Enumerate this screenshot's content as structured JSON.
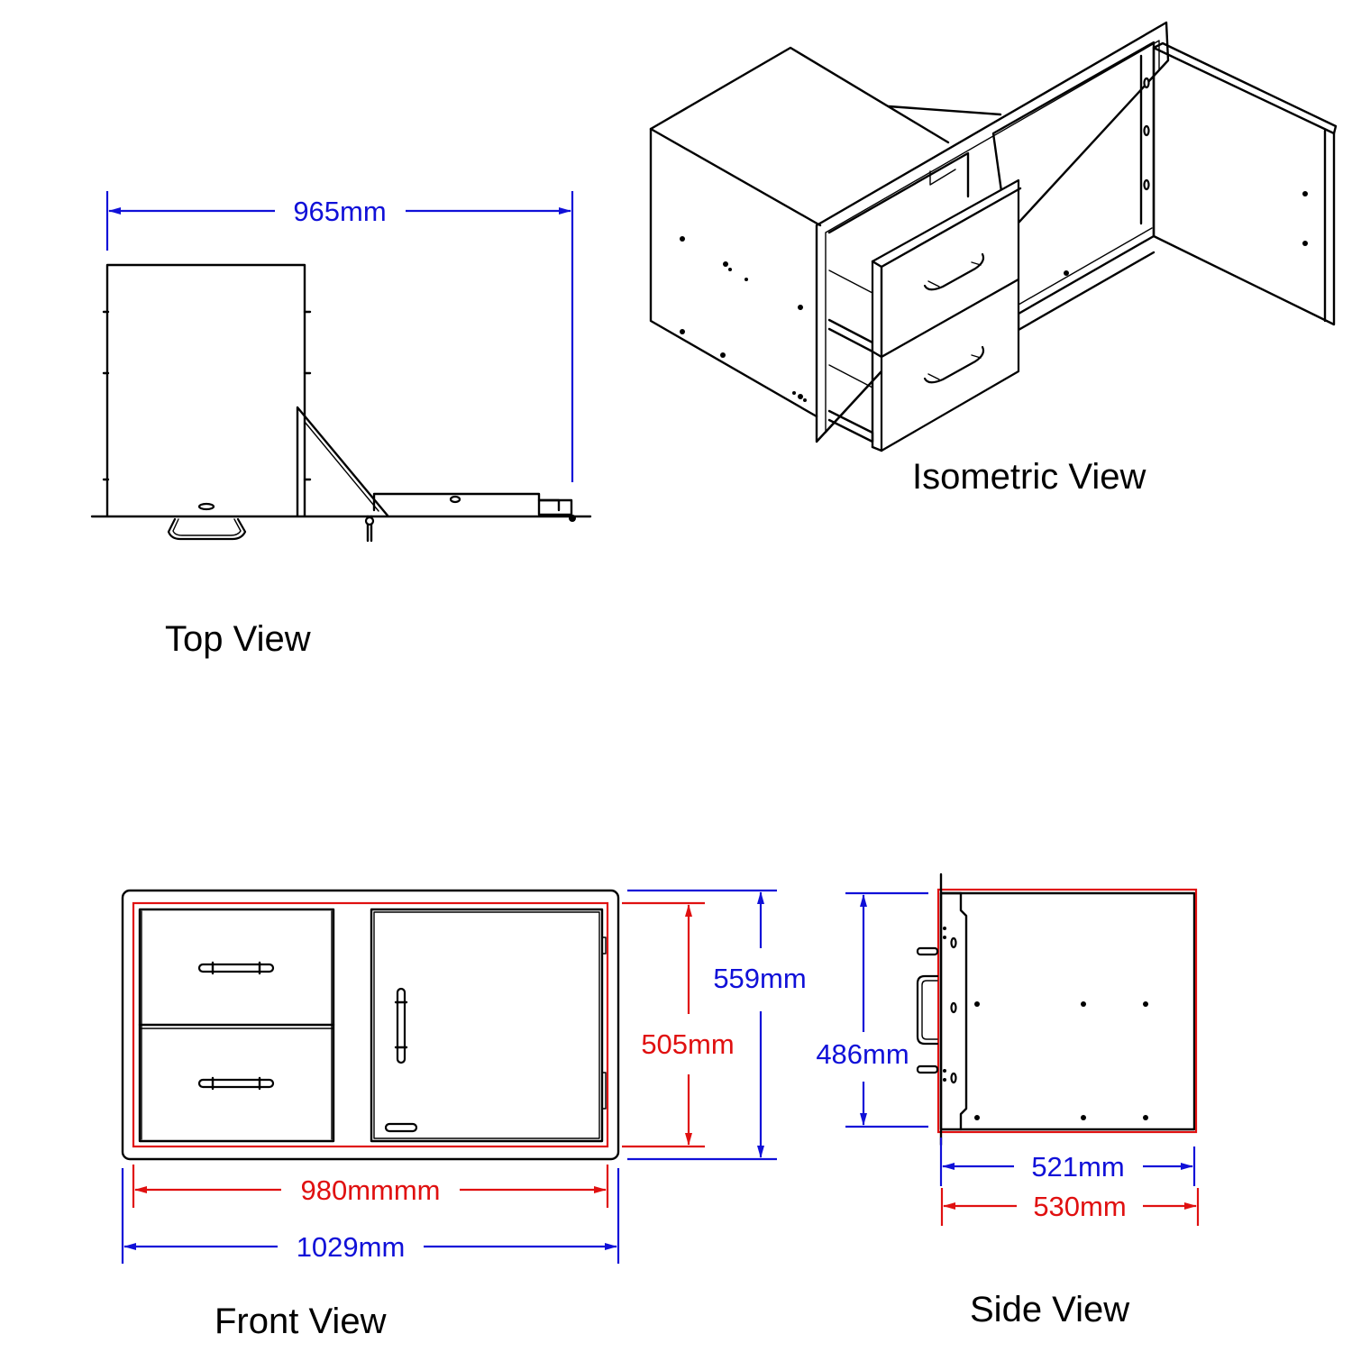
{
  "views": {
    "top": "Top View",
    "isometric": "Isometric View",
    "front": "Front View",
    "side": "Side View"
  },
  "dimensions": {
    "top_width": "965mm",
    "front_outer_width": "1029mm",
    "front_cutout_width": "980mmmm",
    "front_outer_height": "559mm",
    "front_cutout_height": "505mm",
    "side_height": "486mm",
    "side_depth_inner": "521mm",
    "side_depth_outer": "530mm"
  },
  "colors": {
    "outline": "#000000",
    "overall_dimension": "#1010d8",
    "cutout_dimension": "#e01010"
  }
}
